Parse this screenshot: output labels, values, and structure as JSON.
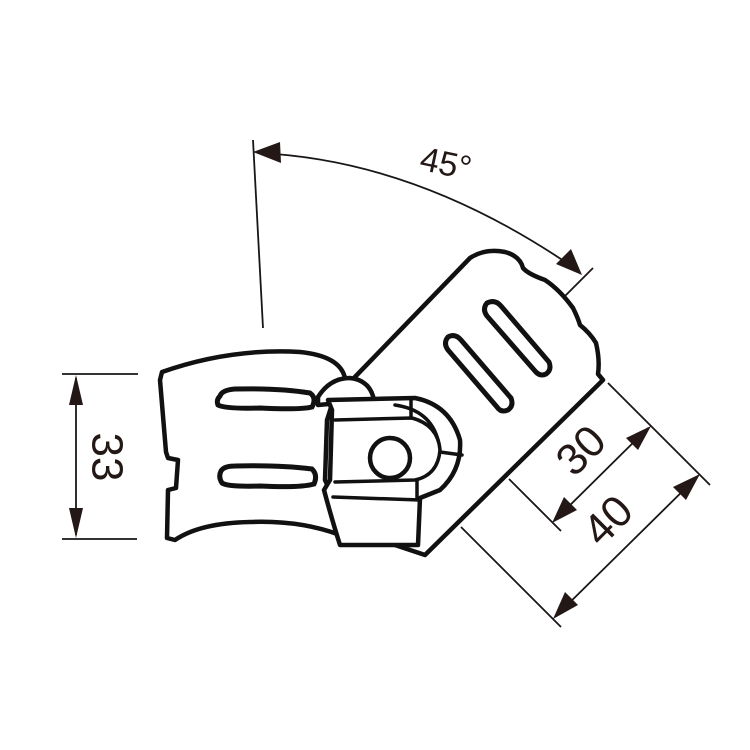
{
  "drawing": {
    "subject": "45-degree angle pipe joint clamp",
    "colors": {
      "line": "#111111",
      "dimension": "#231815",
      "background": "#ffffff"
    }
  },
  "dimensions": {
    "angle": {
      "label": "45°",
      "value": 45,
      "unit": "degree"
    },
    "height": {
      "label": "33",
      "value": 33
    },
    "inner_width": {
      "label": "30",
      "value": 30
    },
    "outer_width": {
      "label": "40",
      "value": 40
    }
  }
}
